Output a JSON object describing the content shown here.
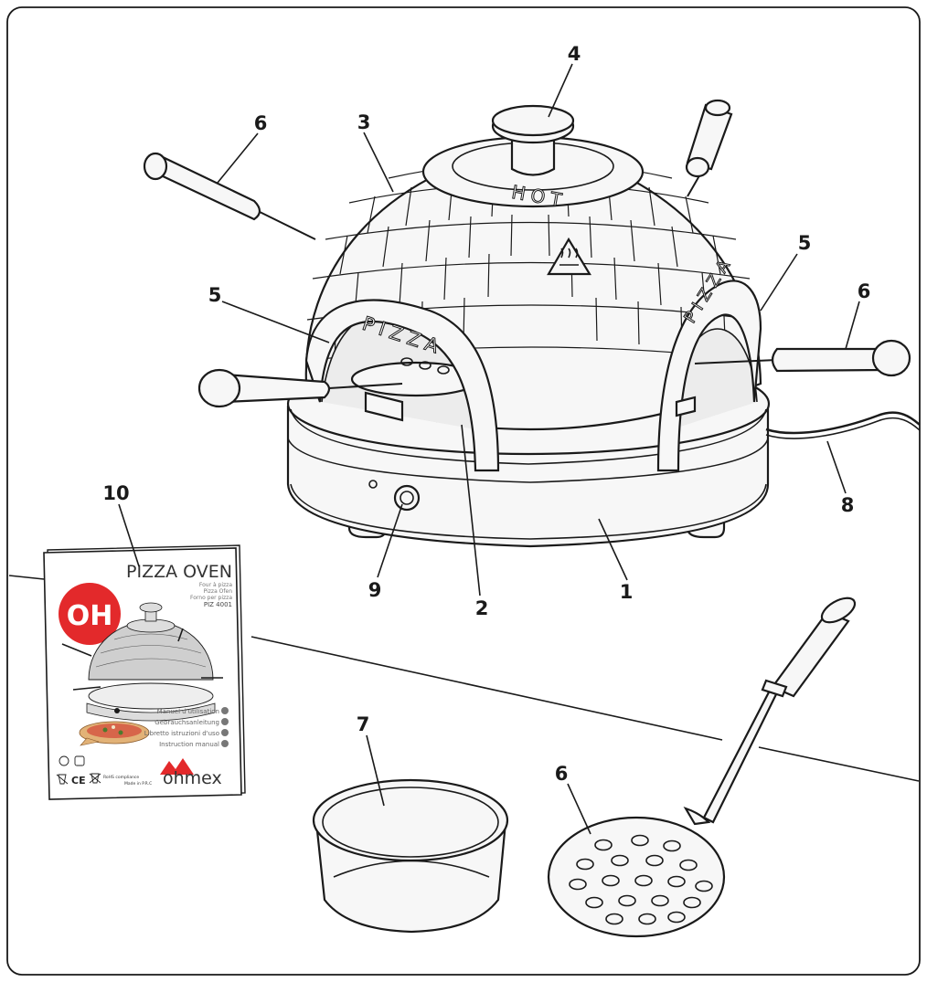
{
  "callouts": [
    {
      "id": "1",
      "label": "1"
    },
    {
      "id": "2",
      "label": "2"
    },
    {
      "id": "3",
      "label": "3"
    },
    {
      "id": "4",
      "label": "4"
    },
    {
      "id": "5a",
      "label": "5"
    },
    {
      "id": "5b",
      "label": "5"
    },
    {
      "id": "6a",
      "label": "6"
    },
    {
      "id": "6b",
      "label": "6"
    },
    {
      "id": "6c",
      "label": "6"
    },
    {
      "id": "7",
      "label": "7"
    },
    {
      "id": "8",
      "label": "8"
    },
    {
      "id": "9",
      "label": "9"
    },
    {
      "id": "10",
      "label": "10"
    }
  ],
  "oven_markings": {
    "lid_text": "HOT",
    "arch_left": "PIZZA",
    "arch_right": "PIZZA"
  },
  "booklet": {
    "title": "PIZZA OVEN",
    "subtitles": [
      "Four à pizza",
      "Pizza Ofen",
      "Forno per pizza"
    ],
    "model": "PIZ 4001",
    "logo_text": "OH",
    "languages": [
      "Manuel d'utilisation",
      "Gebrauchsanleitung",
      "Libretto istruzioni d'uso",
      "Instruction manual"
    ],
    "brand": "ohmex",
    "cert": "CE",
    "rohs": "RoHS compliance",
    "made_in": "Made in P.R.C"
  },
  "colors": {
    "line": "#1a1a1a",
    "logo_red": "#e3292b",
    "fill": "#f7f7f7"
  }
}
